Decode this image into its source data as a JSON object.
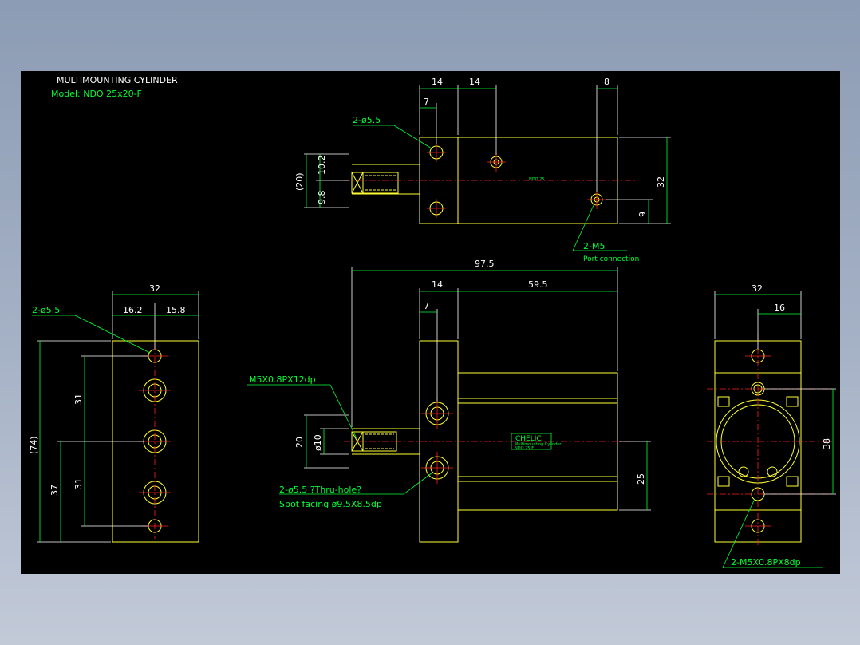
{
  "title": {
    "line1": "MULTIMOUNTING CYLINDER",
    "line2": "Model:  NDO 25x20-F"
  },
  "top_view": {
    "dims": {
      "d14a": "14",
      "d14b": "14",
      "d8": "8",
      "d7": "7",
      "d20": "(20)",
      "d10_2": "10.2",
      "d9_8": "9.8",
      "d32": "32",
      "d9": "9"
    },
    "callout_holes": "2-ø5.5",
    "callout_port": "2-M5",
    "port_note": "Port connection",
    "label_small": "NDO 25"
  },
  "side_view": {
    "dims": {
      "d32": "32",
      "d16_2": "16.2",
      "d15_8": "15.8",
      "d74": "(74)",
      "d37": "37",
      "d31a": "31",
      "d31b": "31"
    },
    "callout_holes": "2-ø5.5"
  },
  "front_view": {
    "dims": {
      "d97_5": "97.5",
      "d14": "14",
      "d59_5": "59.5",
      "d7": "7",
      "d20": "20",
      "d10": "ø10",
      "d25": "25"
    },
    "callout_thread": "M5X0.8PX12dp",
    "callout_holes": "2-ø5.5 ?Thru-hole?",
    "callout_spot": "Spot facing  ø9.5X8.5dp",
    "brand": "CHELIC",
    "plate_line1": "Multimounting Cylinder",
    "plate_line2": "NDO 25-F"
  },
  "end_view": {
    "dims": {
      "d32": "32",
      "d16": "16",
      "d38": "38"
    },
    "callout_thread": "2-M5X0.8PX8dp"
  }
}
